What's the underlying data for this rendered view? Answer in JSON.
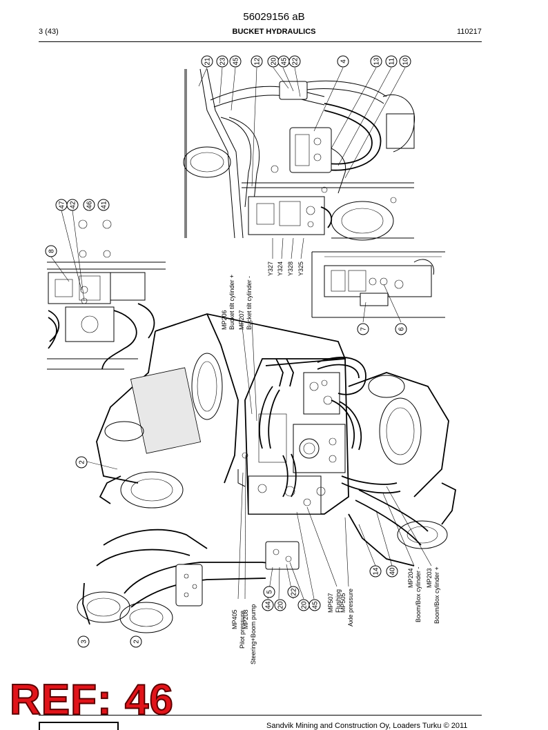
{
  "header": {
    "doc_number": "56029156 aB",
    "page": "3 (43)",
    "section_title": "BUCKET HYDRAULICS",
    "date_code": "110217"
  },
  "callouts": {
    "c21": "21",
    "c23": "23",
    "c45a": "45",
    "c12": "12",
    "c20a": "20",
    "c45b": "45",
    "c22a": "22",
    "c4": "4",
    "c13": "13",
    "c11": "11",
    "c10": "10",
    "c47": "47",
    "c42": "42",
    "c46": "46",
    "c41": "41",
    "c8": "8",
    "c7": "7",
    "c6": "6",
    "c2a": "2",
    "c3": "3",
    "c2b": "2",
    "c44": "44",
    "c5": "5",
    "c20b": "20",
    "c22b": "22",
    "c20c": "20",
    "c45c": "45",
    "c14": "14",
    "c40": "40"
  },
  "labels": {
    "y327": "Y327",
    "y324": "Y324",
    "y328": "Y328",
    "y325": "Y325",
    "mp206": "MP206",
    "mp206_desc": "Bucket tilt cylinder +",
    "mp207": "MP207",
    "mp207_desc": "Bucket tilt cylinder -",
    "mp405": "MP405",
    "mp405_desc": "Pilot pressure",
    "mp208": "MP208",
    "mp208_desc": "Steering+Boom pump",
    "mp507": "MP507",
    "mp507_desc": "Flushing",
    "mp505": "MP505",
    "mp505_desc": "Axle pressure",
    "mp204": "MP204",
    "mp204_desc": "Boom/Box cylinder -",
    "mp203": "MP203",
    "mp203_desc": "Boom/Box cylinder +"
  },
  "stamp": {
    "text": "REF: 46"
  },
  "footer": {
    "text": "Sandvik Mining and Construction Oy, Loaders Turku © 2011"
  }
}
